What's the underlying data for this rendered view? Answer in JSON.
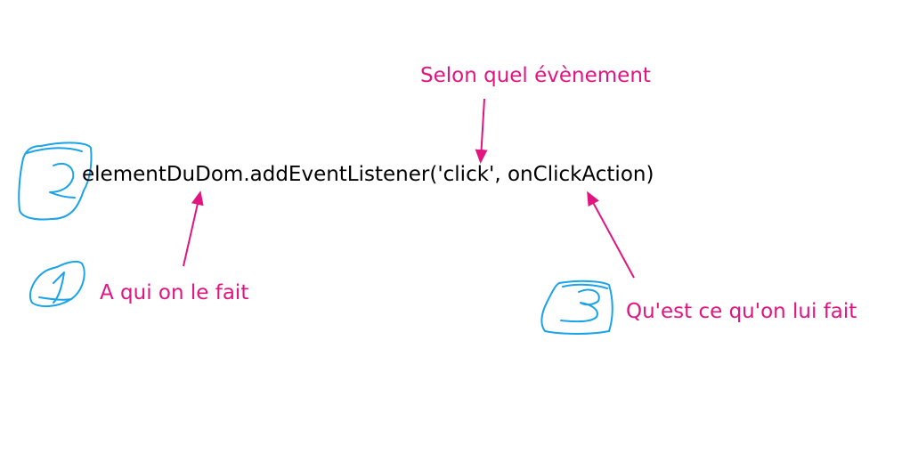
{
  "code_line": "elementDuDom.addEventListener('click', onClickAction)",
  "annotations": {
    "event": "Selon quel évènement",
    "target": "A qui on le fait",
    "action": "Qu'est ce qu'on lui fait"
  },
  "colors": {
    "code": "#000000",
    "annotation": "#e0157f",
    "sketch": "#1aa3e8",
    "background": "#ffffff"
  }
}
